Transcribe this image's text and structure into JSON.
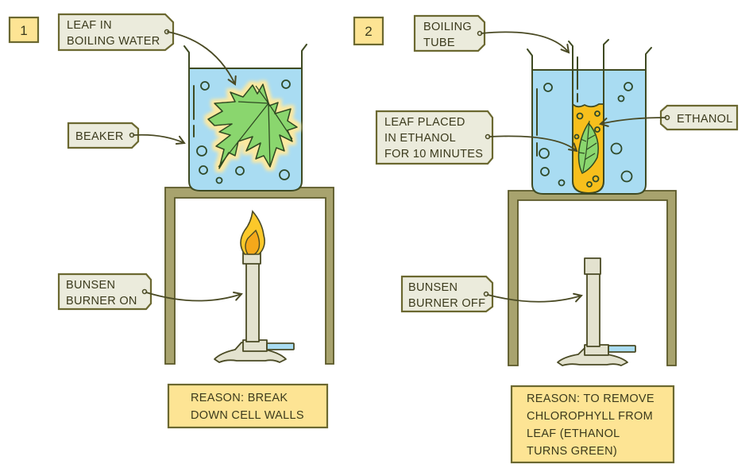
{
  "colors": {
    "tag_fill": "#ebebdc",
    "tag_border": "#6b6830",
    "note_fill": "#fde494",
    "water": "#a9dcf2",
    "ethanol": "#f7bf1c",
    "leaf_green": "#8ad66e",
    "leaf_glow": "#fde9a0",
    "stand": "#a8a36e",
    "flame_outer": "#fcc82a",
    "flame_inner": "#f5a81a",
    "ink": "#4a4a24"
  },
  "step1": {
    "number": "1",
    "labels": {
      "leaf": [
        "LEAF  IN",
        "BOILING  WATER"
      ],
      "beaker": [
        "BEAKER"
      ],
      "burner": [
        "BUNSEN",
        "BURNER  ON"
      ]
    },
    "reason": [
      "REASON: BREAK",
      "DOWN CELL WALLS"
    ],
    "burner_state": "on"
  },
  "step2": {
    "number": "2",
    "labels": {
      "tube": [
        "BOILING",
        "TUBE"
      ],
      "ethanol": [
        "ETHANOL"
      ],
      "leaf": [
        "LEAF  PLACED",
        "IN  ETHANOL",
        "FOR 10 MINUTES"
      ],
      "burner": [
        "BUNSEN",
        "BURNER  OFF"
      ]
    },
    "reason": [
      "REASON:  TO  REMOVE",
      "CHLOROPHYLL   FROM",
      "LEAF  (ETHANOL",
      "TURNS  GREEN)"
    ],
    "burner_state": "off"
  }
}
